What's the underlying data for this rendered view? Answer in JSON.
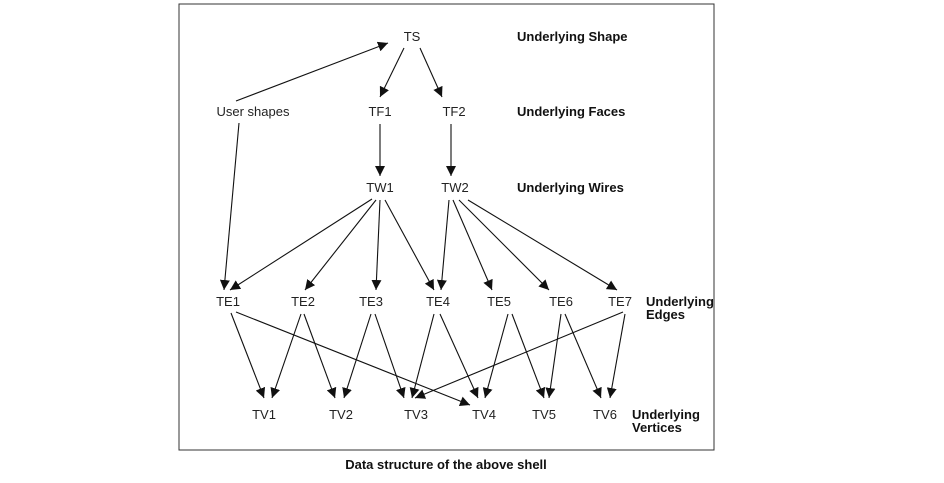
{
  "diagram": {
    "colors": {
      "line": "#111111",
      "text": "#222222",
      "frame": "#333333",
      "background": "#ffffff"
    },
    "nodes": {
      "TS": "TS",
      "USER": "User shapes",
      "TF1": "TF1",
      "TF2": "TF2",
      "TW1": "TW1",
      "TW2": "TW2",
      "TE1": "TE1",
      "TE2": "TE2",
      "TE3": "TE3",
      "TE4": "TE4",
      "TE5": "TE5",
      "TE6": "TE6",
      "TE7": "TE7",
      "TV1": "TV1",
      "TV2": "TV2",
      "TV3": "TV3",
      "TV4": "TV4",
      "TV5": "TV5",
      "TV6": "TV6"
    },
    "edges": [
      [
        "USER",
        "TS"
      ],
      [
        "TS",
        "TF1"
      ],
      [
        "TS",
        "TF2"
      ],
      [
        "TF1",
        "TW1"
      ],
      [
        "TF2",
        "TW2"
      ],
      [
        "USER",
        "TE1"
      ],
      [
        "TW1",
        "TE1"
      ],
      [
        "TW1",
        "TE2"
      ],
      [
        "TW1",
        "TE3"
      ],
      [
        "TW1",
        "TE4"
      ],
      [
        "TW2",
        "TE4"
      ],
      [
        "TW2",
        "TE5"
      ],
      [
        "TW2",
        "TE6"
      ],
      [
        "TW2",
        "TE7"
      ],
      [
        "TE1",
        "TV1"
      ],
      [
        "TE1",
        "TV4"
      ],
      [
        "TE2",
        "TV1"
      ],
      [
        "TE2",
        "TV2"
      ],
      [
        "TE3",
        "TV2"
      ],
      [
        "TE3",
        "TV3"
      ],
      [
        "TE4",
        "TV3"
      ],
      [
        "TE4",
        "TV4"
      ],
      [
        "TE5",
        "TV4"
      ],
      [
        "TE5",
        "TV5"
      ],
      [
        "TE6",
        "TV5"
      ],
      [
        "TE6",
        "TV6"
      ],
      [
        "TE7",
        "TV3"
      ],
      [
        "TE7",
        "TV6"
      ]
    ],
    "levels": {
      "shape": "Underlying Shape",
      "faces": "Underlying Faces",
      "wires": "Underlying Wires",
      "edges_line1": "Underlying",
      "edges_line2": "Edges",
      "vertices_line1": "Underlying",
      "vertices_line2": "Vertices"
    }
  },
  "caption": "Data structure of the above shell"
}
